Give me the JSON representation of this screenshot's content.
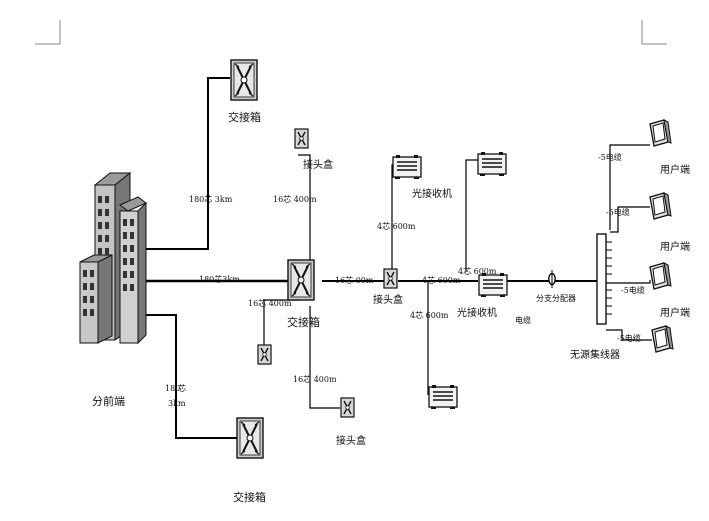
{
  "labels": {
    "box_top": "交接箱",
    "box_center": "交接箱",
    "box_bottom": "交接箱",
    "joint_top": "接头盒",
    "joint_center": "接头盒",
    "joint_bottom": "接头盒",
    "onu_top": "光接收机",
    "onu_center": "光接收机",
    "headend": "分前端",
    "combiner": "无源集线器",
    "splitter_note": "分支分配器",
    "cable_label": "电缆",
    "user_1": "用户端",
    "user_2": "用户端",
    "user_3": "用户端"
  },
  "links": {
    "headend_to_box_top": "180芯 3km",
    "headend_to_center": "180芯3km",
    "headend_to_box_bottom_1": "180",
    "headend_to_box_bottom_2": "芯",
    "headend_to_box_bottom_3": "3km",
    "center_to_joint_top": "16芯 400m",
    "center_to_joint_left": "16芯 400m",
    "center_to_joint_bottom": "16芯 400m",
    "center_to_joint_center": "16芯 00m",
    "joint_to_onu_top": "4芯 600m",
    "joint_to_onu_center_a": "4芯 600m",
    "joint_to_onu_center_b": "4芯 600m",
    "joint_to_onu_bottom": "4芯 600m"
  },
  "cables": {
    "c1": "-5电缆",
    "c2": "-5电缆",
    "c3": "-5电缆",
    "c4": "-5电缆"
  }
}
